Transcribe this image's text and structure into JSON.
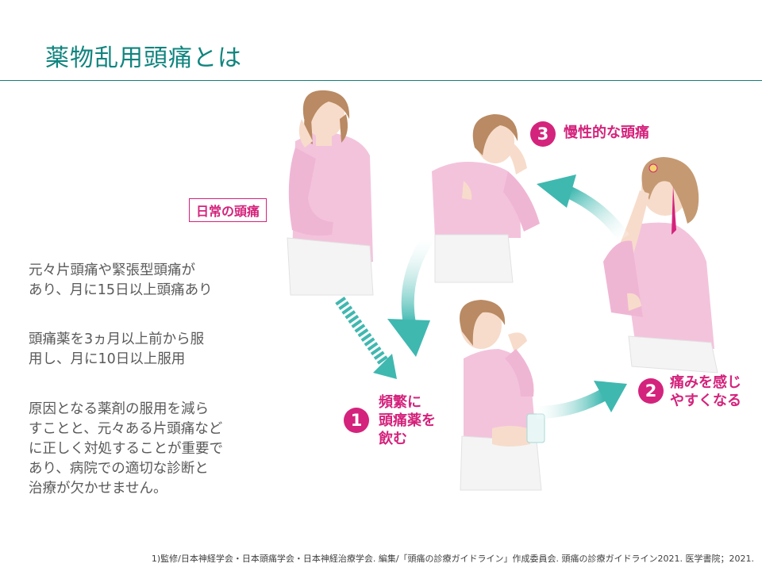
{
  "slide": {
    "title": "薬物乱用頭痛とは",
    "paragraphs": [
      [
        "元々片頭痛や緊張型頭痛が",
        "あり、月に15日以上頭痛あり"
      ],
      [
        "頭痛薬を3ヵ月以上前から服",
        "用し、月に10日以上服用"
      ],
      [
        "原因となる薬剤の服用を減ら",
        "すことと、元々ある片頭痛など",
        "に正しく対処することが重要で",
        "あり、病院での適切な診断と",
        "治療が欠かせません。"
      ]
    ],
    "footnote": "1)監修/日本神経学会・日本頭痛学会・日本神経治療学会. 編集/「頭痛の診療ガイドライン」作成委員会. 頭痛の診療ガイドライン2021. 医学書院；2021."
  },
  "diagram": {
    "daily_label": "日常の頭痛",
    "steps": [
      {
        "number": "1",
        "lines": [
          "頻繁に",
          "頭痛薬を",
          "飲む"
        ]
      },
      {
        "number": "2",
        "lines": [
          "痛みを感じ",
          "やすくなる"
        ]
      },
      {
        "number": "3",
        "lines": [
          "慢性的な頭痛"
        ]
      }
    ],
    "colors": {
      "title": "#10847e",
      "accent": "#d4237c",
      "arrow": "#3fb8b0",
      "blouse": "#f3c3dc",
      "hair": "#b98a63",
      "skin": "#f7dccb",
      "skirt": "#f1f1f1"
    }
  }
}
